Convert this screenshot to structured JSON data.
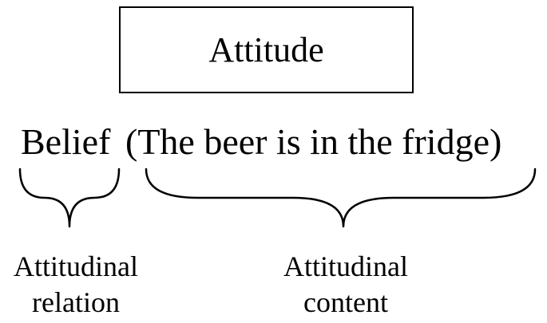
{
  "box": {
    "label": "Attitude"
  },
  "expression": {
    "relation": "Belief",
    "content": "(The beer is in the fridge)"
  },
  "labels": {
    "relation": [
      "Attitudinal",
      "relation"
    ],
    "content": [
      "Attitudinal",
      "content"
    ]
  }
}
